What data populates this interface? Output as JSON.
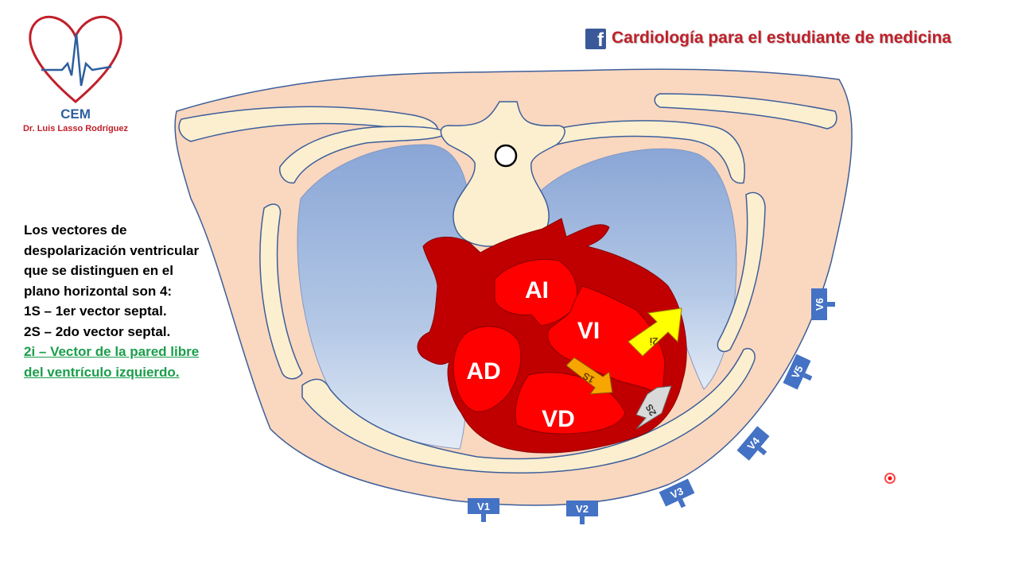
{
  "logo": {
    "initials": "CEM",
    "author": "Dr. Luis Lasso Rodríguez",
    "icon": "heart-ecg-icon"
  },
  "header": {
    "text": "Cardiología para el estudiante de medicina",
    "icon": "facebook-icon",
    "icon_glyph": "f"
  },
  "description": {
    "lines": [
      "Los vectores de",
      "despolarización ventricular",
      "que se distinguen en el",
      "plano horizontal son 4:",
      "1S – 1er vector septal.",
      "2S – 2do vector septal."
    ],
    "highlight_lines": [
      "2i – Vector de la pared libre",
      "del ventrículo izquierdo."
    ]
  },
  "chambers": {
    "ai": "AI",
    "vi": "VI",
    "ad": "AD",
    "vd": "VD"
  },
  "vectors": {
    "v1s": "1S",
    "v2s": "2S",
    "v2i": "2i"
  },
  "electrodes": {
    "v1": "V1",
    "v2": "V2",
    "v3": "V3",
    "v4": "V4",
    "v5": "V5",
    "v6": "V6"
  },
  "colors": {
    "brand_red": "#c0202a",
    "electrode_blue": "#4472c4",
    "skin": "#fad7bf",
    "bone": "#fbefd0",
    "heart_dark": "#c00000",
    "chamber": "#ff0000",
    "vector_yellow": "#ffff00",
    "vector_orange": "#f7a600",
    "vector_gray": "#d9d9d9",
    "highlight_green": "#1a9e4b"
  }
}
